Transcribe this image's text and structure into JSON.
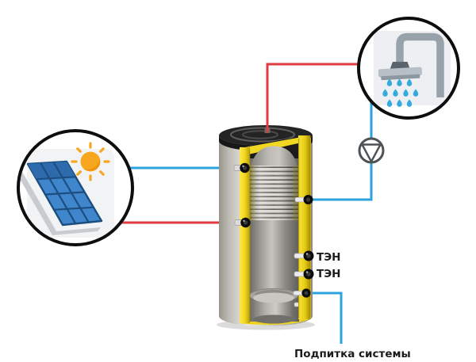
{
  "diagram": {
    "labels": {
      "heater_top": "ТЭН",
      "heater_bottom": "ТЭН",
      "system_feed": "Подпитка системы"
    },
    "icons": [
      "solar-panel-icon",
      "sun-icon",
      "shower-icon",
      "water-drop-icon",
      "pump-icon",
      "tank-cutaway-illustration"
    ],
    "colors": {
      "hot_line": "#df3b40",
      "cold_line": "#2ba3dc",
      "insulation_yellow": "#f2d724",
      "node_border": "#0e0e0e",
      "pump_stroke": "#4d5257",
      "label_text": "#1b1b1b"
    }
  }
}
